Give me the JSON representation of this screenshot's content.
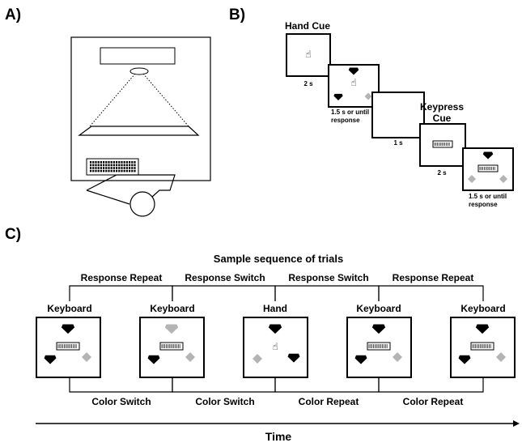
{
  "panels": {
    "a": "A)",
    "b": "B)",
    "c": "C)"
  },
  "panel_b": {
    "hand_cue": "Hand Cue",
    "keypress_cue": "Keypress",
    "keypress_cue2": "Cue",
    "d_hand": "2 s",
    "d_resp1a": "1.5 s or until",
    "d_resp1b": "response",
    "d_blank": "1 s",
    "d_key": "2 s",
    "d_resp2a": "1.5 s or until",
    "d_resp2b": "response"
  },
  "panel_c": {
    "title": "Sample sequence of trials",
    "trials": [
      "Keyboard",
      "Keyboard",
      "Hand",
      "Keyboard",
      "Keyboard"
    ],
    "response": [
      "Response Repeat",
      "Response Switch",
      "Response Switch",
      "Response Repeat"
    ],
    "color": [
      "Color Switch",
      "Color Switch",
      "Color Repeat",
      "Color Repeat"
    ],
    "time": "Time"
  },
  "colors": {
    "dark": "#000000",
    "gray": "#b4b4b4"
  }
}
